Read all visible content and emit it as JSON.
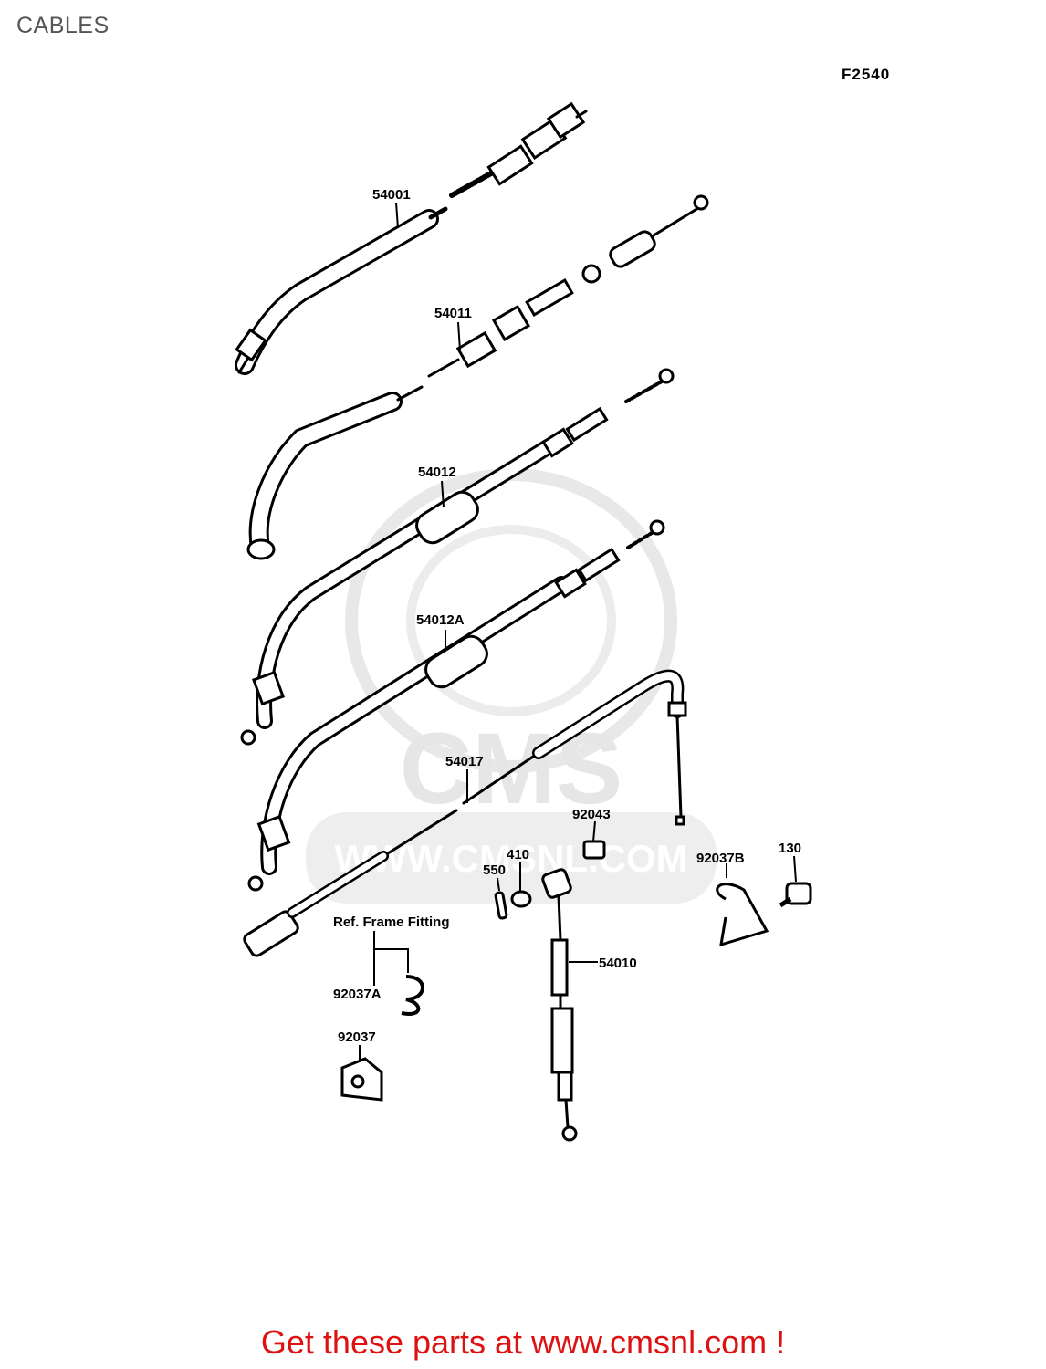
{
  "header": {
    "title": "CABLES",
    "figure_code": "F2540"
  },
  "labels": {
    "p54001": "54001",
    "p54011": "54011",
    "p54012": "54012",
    "p54012a": "54012A",
    "p54017": "54017",
    "p92043": "92043",
    "p410": "410",
    "p550": "550",
    "p92037b": "92037B",
    "p130": "130",
    "ref_frame": "Ref. Frame Fitting",
    "p92037a": "92037A",
    "p54010": "54010",
    "p92037": "92037"
  },
  "watermark": {
    "brand": "CMS",
    "url": "WWW.CMSNL.COM"
  },
  "footer": {
    "text": "Get these parts at www.cmsnl.com !"
  },
  "colors": {
    "footer": "#dd1111",
    "title": "#555555",
    "watermark": "#e6e6e6"
  }
}
